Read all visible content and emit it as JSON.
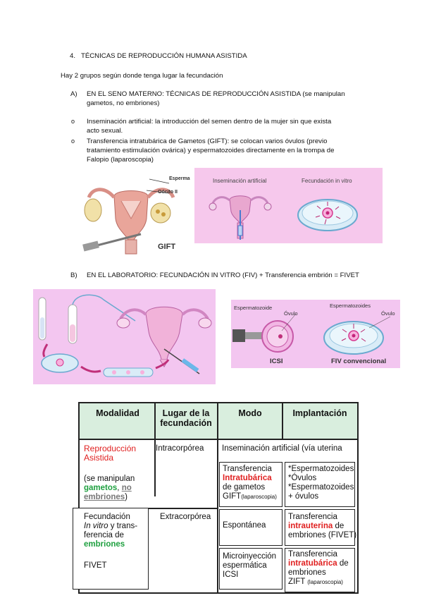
{
  "section4_title": "4.   TÉCNICAS DE REPRODUCCIÓN HUMANA ASISTIDA",
  "intro": "Hay 2 grupos según donde tenga lugar la fecundación",
  "sectionA": {
    "label": "A)",
    "text_line1": "EN EL SENO MATERNO: TÉCNICAS DE REPRODUCCIÓN ASISTIDA (se manipulan",
    "text_line2": "gametos, no embriones)"
  },
  "bullets": [
    {
      "line1": "Inseminación artificial: la introducción del semen dentro de la mujer sin que exista",
      "line2": "acto sexual."
    },
    {
      "line1": "Transferencia intratubárica de Gametos (GIFT): se colocan varios óvulos (previo",
      "line2": "tratamiento estimulación ovárica) y espermatozoides directamente en la trompa de",
      "line3": "Falopio (laparoscopia)"
    }
  ],
  "fig_gift": {
    "esperma": "Esperma",
    "oocito": "Oócito II",
    "gift": "GIFT"
  },
  "fig_insem": {
    "left": "Inseminación artificial",
    "right": "Fecundación in vitro"
  },
  "sectionB": {
    "label": "B)",
    "text": "EN EL LABORATORIO: FECUNDACIÓN IN VITRO (FIV) + Transferencia embrión = FIVET"
  },
  "fig_icsi": {
    "espermatozoide": "Espermatozoide",
    "ovulo1": "Óvulo",
    "espermatozoides": "Espermatozoides",
    "ovulo2": "Óvulo",
    "icsi": "ICSI",
    "fiv": "FIV convencional"
  },
  "table": {
    "headers": [
      "Modalidad",
      "Lugar de la fecundación",
      "Modo",
      "Implantación"
    ],
    "repro": "Reproducción Asistida",
    "se_manipulan": "(se manipulan",
    "gametos": "gametos",
    "coma": ", ",
    "no": "no",
    "embriones_gray": "embriones",
    "close_paren": ")",
    "intracorporea": "Intracorpórea",
    "inseminacion": "Inseminación artificial (vía uterina",
    "transf1": "Transferencia",
    "intratubarica": "Intratubárica",
    "de_gametos": "de gametos",
    "gift": "GIFT",
    "laparoscopia": "(laparoscopia)",
    "impl_list": [
      "*Espermatozoides",
      "*Óvulos",
      "*Espermatozoides",
      "+ óvulos"
    ],
    "fecundacion": "Fecundación",
    "in_vitro": "In vitro",
    "y_trans": " y trans-",
    "ferencia_de": "ferencia de",
    "embriones": "embriones",
    "fivet": "FIVET",
    "extracorporea": "Extracorpórea",
    "espontanea": "Espontánea",
    "transf2": "Transferencia",
    "intrauterina": "intrauterina",
    "de": " de",
    "emb_fivet": "embriones (FIVET)",
    "micro1": "Microinyección",
    "micro2": "espermática",
    "micro3": "ICSI",
    "transf3": "Transferencia",
    "intratubarica2": "intratubárica",
    "de2": " de",
    "embriones3": "embriones",
    "zift": "ZIFT",
    "laparoscopia2": "(laparoscopia)"
  }
}
